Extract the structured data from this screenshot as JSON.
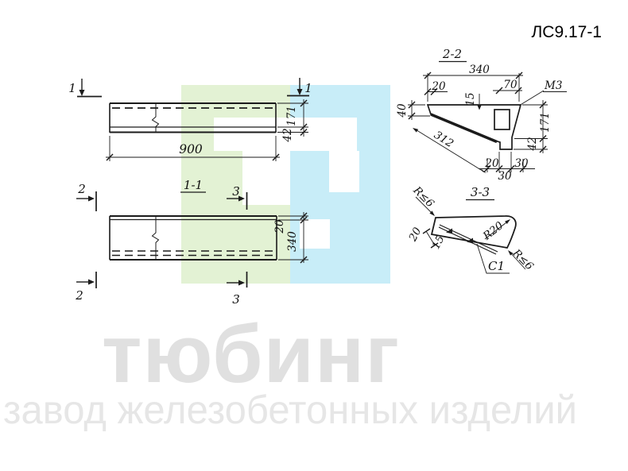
{
  "title": "ЛС9.17-1",
  "watermark": {
    "brand": "тюбинг",
    "subtitle": "завод железобетонных изделий",
    "green_color": "#e3f2d4",
    "cyan_color": "#c8edf8"
  },
  "plan_view": {
    "marker_left": "1",
    "marker_right": "1",
    "dim_length": "900",
    "dim_height": "171",
    "dim_flange": "42"
  },
  "section_1_1": {
    "label": "1-1",
    "marker_2_top": "2",
    "marker_2_bottom": "2",
    "marker_3_top": "3",
    "marker_3_bottom": "3",
    "dim_flange": "20",
    "dim_width": "340"
  },
  "section_2_2": {
    "label": "2-2",
    "dim_top": "340",
    "dim_top_left": "20",
    "dim_top_right": "70",
    "anchor": "M3",
    "dim_recess": "15",
    "dim_left": "40",
    "dim_right": "171",
    "dim_foot": "42",
    "dim_slope": "312",
    "dim_bottom_left": "20",
    "dim_bottom_right": "30",
    "dim_bottom_center": "30"
  },
  "section_3_3": {
    "label": "3-3",
    "radius_top": "R≤6",
    "radius_nose": "R20",
    "radius_bottom": "R≤6",
    "dim_thickness": "20",
    "dim_slot": "15",
    "weld": "C1"
  }
}
